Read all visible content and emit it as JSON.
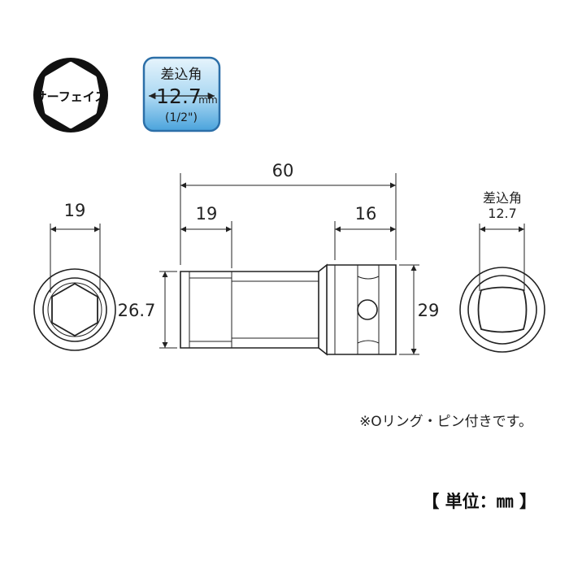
{
  "badges": {
    "surface": {
      "label": "サーフェイス"
    },
    "drive": {
      "title": "差込角",
      "size": "12.7",
      "unit": "mm",
      "inch": "(1/2\")"
    }
  },
  "dimensions": {
    "overall_length": "60",
    "front_bore_depth": "19",
    "front_hex_width": "19",
    "rear_length": "16",
    "front_diameter": "26.7",
    "rear_diameter": "29",
    "drive_label": "差込角",
    "drive_size": "12.7"
  },
  "notes": {
    "accessory": "※Oリング・ピン付きです。",
    "units": "【 単位：㎜ 】"
  },
  "colors": {
    "ink": "#222222",
    "badge_blue_top": "#dff0fb",
    "badge_blue_bottom": "#5aaee0",
    "badge_border": "#2c6fa8"
  }
}
